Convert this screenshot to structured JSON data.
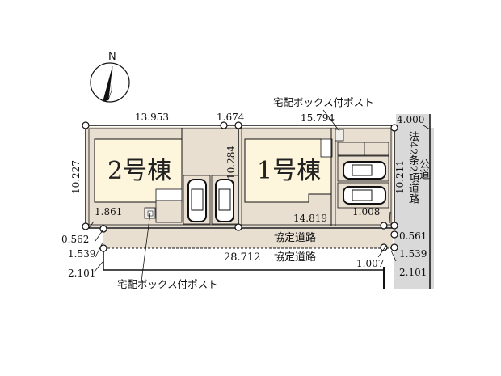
{
  "compass": {
    "label": "N"
  },
  "buildings": {
    "building_2": {
      "label": "2号棟"
    },
    "building_1": {
      "label": "1号棟"
    }
  },
  "dimensions": {
    "top_left": "13.953",
    "top_mid": "1.674",
    "top_right": "15.794",
    "road_width_top": "4.000",
    "left_side": "10.227",
    "center_vertical": "10.284",
    "right_side": "10.211",
    "bottom_left_inner": "1.861",
    "bottom_right_inner": "14.819",
    "bottom_right_corner": "1.008",
    "left_offset_1": "0.562",
    "left_offset_2": "1.539",
    "left_offset_3": "2.101",
    "right_offset_1": "0.561",
    "right_offset_2": "1.539",
    "right_offset_3": "2.101",
    "road_length": "28.712",
    "road_right_offset": "1.007"
  },
  "labels": {
    "delivery_box_top": "宅配ボックス付ポスト",
    "delivery_box_bottom": "宅配ボックス付ポスト",
    "agreed_road_upper": "協定道路",
    "agreed_road_lower": "協定道路",
    "public_road": "公道",
    "road_article": "法42条2項道路"
  },
  "colors": {
    "building_fill": "#fdf5dc",
    "lot_fill": "#e9dfd1",
    "road_fill": "#d9d9d9",
    "line": "#111111"
  }
}
